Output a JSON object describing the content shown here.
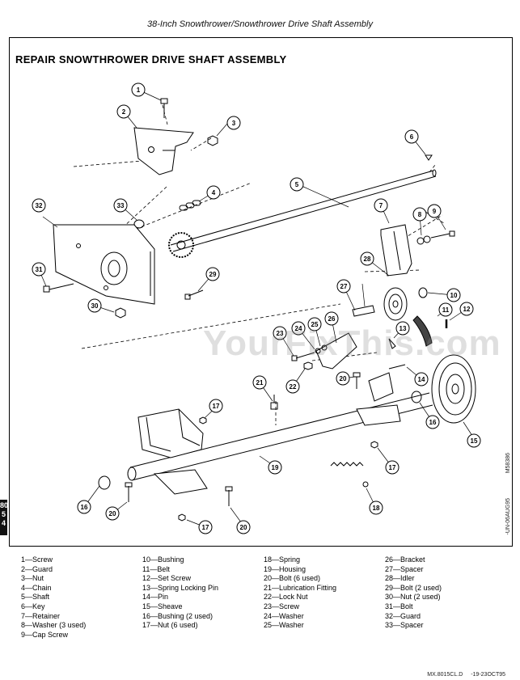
{
  "header": {
    "title": "38-Inch Snowthrower/Snowthrower Drive Shaft Assembly"
  },
  "section": {
    "title": "REPAIR SNOWTHROWER DRIVE SHAFT ASSEMBLY"
  },
  "side": {
    "figure_code": "M58386",
    "date_code": "-UN-06AUG95"
  },
  "tab": {
    "lines": [
      "80",
      "5",
      "4"
    ]
  },
  "watermark": "YourFixThis.com",
  "callouts": [
    "1",
    "2",
    "3",
    "4",
    "5",
    "6",
    "7",
    "8",
    "9",
    "10",
    "11",
    "12",
    "13",
    "14",
    "15",
    "16",
    "17",
    "18",
    "19",
    "20",
    "21",
    "22",
    "23",
    "24",
    "25",
    "26",
    "27",
    "28",
    "29",
    "30",
    "31",
    "32",
    "33"
  ],
  "legend": {
    "columns": [
      [
        "1—Screw",
        "2—Guard",
        "3—Nut",
        "4—Chain",
        "5—Shaft",
        "6—Key",
        "7—Retainer",
        "8—Washer (3 used)",
        "9—Cap Screw"
      ],
      [
        "10—Bushing",
        "11—Belt",
        "12—Set Screw",
        "13—Spring Locking Pin",
        "14—Pin",
        "15—Sheave",
        "16—Bushing (2 used)",
        "17—Nut (6 used)"
      ],
      [
        "18—Spring",
        "19—Housing",
        "20—Bolt (6 used)",
        "21—Lubrication Fitting",
        "22—Lock Nut",
        "23—Screw",
        "24—Washer",
        "25—Washer"
      ],
      [
        "26—Bracket",
        "27—Spacer",
        "28—Idler",
        "29—Bolt (2 used)",
        "30—Nut (2 used)",
        "31—Bolt",
        "32—Guard",
        "33—Spacer"
      ]
    ]
  },
  "footer": {
    "manual": "MX.8015CL.D",
    "date": "-19-23OCT95"
  }
}
